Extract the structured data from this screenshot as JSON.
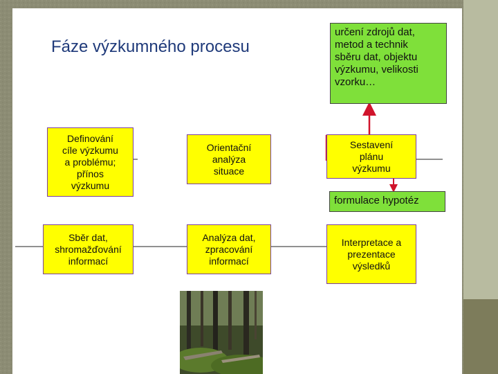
{
  "page": {
    "title": "Fáze výzkumného procesu"
  },
  "colors": {
    "background": "#8c8c74",
    "slide": "#ffffff",
    "stripe_light": "#b8bba0",
    "stripe_dark": "#7d7c5b",
    "box_fill": "#ffff00",
    "box_border": "#7a3fa0",
    "note_fill": "#7fe03a",
    "arrow_red": "#d0142c",
    "line_dark": "#222222"
  },
  "boxes": {
    "define": "Definování\ncíle výzkumu\na problému;\npřínos\nvýzkumu",
    "orient": "Orientační\nanalýza\nsituace",
    "plan": "Sestavení\nplánu\nvýzkumu",
    "collect": "Sběr dat,\nshromažďování\ninformací",
    "analyze": "Analýza dat,\nzpracování\ninformací",
    "interpret": "Interpretace a\nprezentace\nvýsledků"
  },
  "notes": {
    "sources": "určení zdrojů dat,\nmetod a technik\nsběru dat, objektu\nvýzkumu, velikosti\nvzorku…",
    "hypotheses": "formulace hypotéz"
  },
  "photo": {
    "subject": "forest-photo"
  }
}
